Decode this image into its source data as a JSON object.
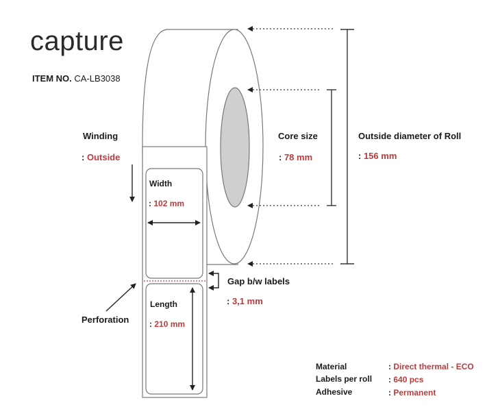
{
  "brand": {
    "logo_text": "capture"
  },
  "item": {
    "label": "ITEM NO.",
    "number": "CA-LB3038"
  },
  "winding": {
    "label": "Winding",
    "value": "Outside"
  },
  "width": {
    "label": "Width",
    "value": "102 mm"
  },
  "length": {
    "label": "Length",
    "value": "210 mm"
  },
  "perforation": {
    "label": "Perforation"
  },
  "gap": {
    "label": "Gap b/w labels",
    "value": "3,1 mm"
  },
  "core": {
    "label": "Core size",
    "value": "78 mm"
  },
  "outside_diameter": {
    "label": "Outside diameter of Roll",
    "value": "156 mm"
  },
  "specs": [
    {
      "label": "Material",
      "value": "Direct thermal - ECO"
    },
    {
      "label": "Labels per roll",
      "value": "640 pcs"
    },
    {
      "label": "Adhesive",
      "value": "Permanent"
    }
  ],
  "colors": {
    "accent": "#c0393b",
    "line": "#333333",
    "roll_stroke": "#666666",
    "core_fill": "#cfcfcf"
  }
}
